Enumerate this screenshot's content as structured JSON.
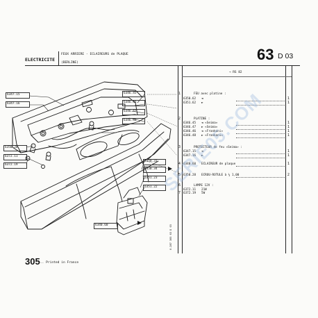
{
  "header": {
    "section": "ELECTRICITE",
    "title_line1": "FEUX ARRIERE - ECLAIREURS de PLAQUE",
    "title_line2": "(BERLINE)",
    "page_number": "63",
    "page_suffix": "D 03"
  },
  "diagram_refs": [
    "6347.15",
    "6347.16",
    "6346.45",
    "6346.46",
    "6346.47",
    "6346.48",
    "6350.28",
    "6372.11",
    "6372.19",
    "6350.33",
    "6350.34",
    "6351.23",
    "6351.22",
    "6340.60"
  ],
  "table": {
    "column_header": "→ RS 82",
    "rows": [
      {
        "idx": "1",
        "code": "",
        "desc": "FEU avec platine :",
        "qty": ""
      },
      {
        "idx": "",
        "code": "6350.62",
        "desc": "◄ ",
        "qty": "1"
      },
      {
        "idx": "",
        "code": "6351.62",
        "desc": "► ",
        "qty": "1"
      },
      {
        "idx": "2",
        "code": "",
        "desc": "PLATINE :",
        "qty": ""
      },
      {
        "idx": "",
        "code": "6346.45",
        "desc": "◄ «Seima»",
        "qty": "1"
      },
      {
        "idx": "",
        "code": "6346.47",
        "desc": "► «Seima»",
        "qty": "1"
      },
      {
        "idx": "",
        "code": "6346.46",
        "desc": "◄ «Frankani»",
        "qty": "1"
      },
      {
        "idx": "",
        "code": "6346.48",
        "desc": "► «Frankani»",
        "qty": "1"
      },
      {
        "idx": "3",
        "code": "",
        "desc": "PROTECTEUR de feu «Seima» :",
        "qty": ""
      },
      {
        "idx": "",
        "code": "6347.15",
        "desc": "◄ ",
        "qty": "1"
      },
      {
        "idx": "",
        "code": "6347.16",
        "desc": "► ",
        "qty": "1"
      },
      {
        "idx": "4",
        "code": "6340.60",
        "desc": "ECLAIREUR de plaque",
        "qty": "1"
      },
      {
        "idx": "5",
        "code": "6350.28",
        "desc": "ECROU-ROTULE à ¼ 1,00",
        "qty": "2"
      },
      {
        "idx": "6",
        "code": "",
        "desc": "LAMPE 12V :",
        "qty": ""
      },
      {
        "idx": "",
        "code": "6372.11",
        "desc": "21W",
        "qty": ""
      },
      {
        "idx": "7",
        "code": "6372.19",
        "desc": "5W",
        "qty": ""
      }
    ]
  },
  "footer": {
    "page": "305",
    "printed": "... Printed in France"
  },
  "side_code": "0.287 305 63 D 03",
  "watermark": "SERIE05.COM"
}
